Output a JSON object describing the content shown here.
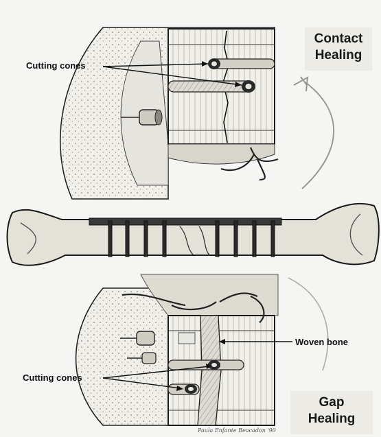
{
  "figure": {
    "contact_title": [
      "Contact",
      "Healing"
    ],
    "gap_title": [
      "Gap",
      "Healing"
    ],
    "labels": {
      "cutting_cones_top": "Cutting cones",
      "cutting_cones_bottom": "Cutting cones",
      "woven_bone": "Woven bone"
    },
    "signature": "Paula Enfante Beacadon '90",
    "colors": {
      "ink": "#1a1a1a",
      "paper": "#f5f5f3",
      "bone_shade": "#c9c6bd",
      "title_bg": "#ecebe6"
    }
  }
}
